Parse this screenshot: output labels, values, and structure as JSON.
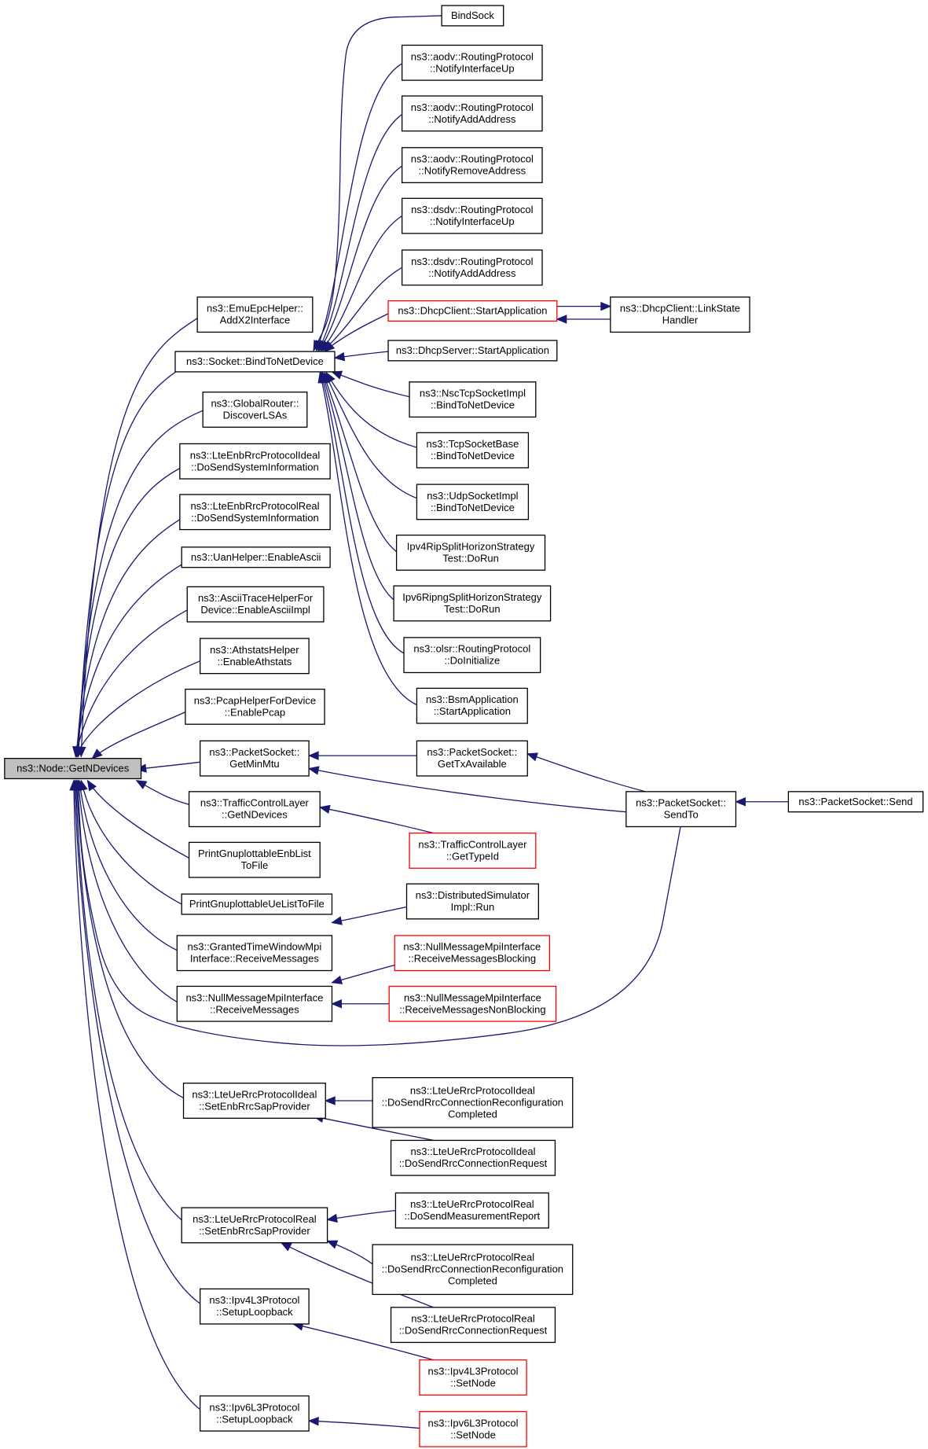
{
  "graph": {
    "root": "getndevices",
    "colors": {
      "edge": "#191970",
      "root_fill": "#bfbfbf",
      "red_border": "#ff0000",
      "border": "#000000"
    },
    "nodes": [
      {
        "id": "getndevices",
        "lines": [
          "ns3::Node::GetNDevices"
        ],
        "style": "root"
      },
      {
        "id": "emuepc",
        "lines": [
          "ns3::EmuEpcHelper::",
          "AddX2Interface"
        ]
      },
      {
        "id": "bindtonetdevice",
        "lines": [
          "ns3::Socket::BindToNetDevice"
        ]
      },
      {
        "id": "globalrouter",
        "lines": [
          "ns3::GlobalRouter::",
          "DiscoverLSAs"
        ]
      },
      {
        "id": "lteenbideal",
        "lines": [
          "ns3::LteEnbRrcProtocolIdeal",
          "::DoSendSystemInformation"
        ]
      },
      {
        "id": "lteenbreal",
        "lines": [
          "ns3::LteEnbRrcProtocolReal",
          "::DoSendSystemInformation"
        ]
      },
      {
        "id": "uanhelper",
        "lines": [
          "ns3::UanHelper::EnableAscii"
        ]
      },
      {
        "id": "asciitrace",
        "lines": [
          "ns3::AsciiTraceHelperFor",
          "Device::EnableAsciiImpl"
        ]
      },
      {
        "id": "athstats",
        "lines": [
          "ns3::AthstatsHelper",
          "::EnableAthstats"
        ]
      },
      {
        "id": "pcaphelper",
        "lines": [
          "ns3::PcapHelperForDevice",
          "::EnablePcap"
        ]
      },
      {
        "id": "getminmtu",
        "lines": [
          "ns3::PacketSocket::",
          "GetMinMtu"
        ]
      },
      {
        "id": "tclgetndevices",
        "lines": [
          "ns3::TrafficControlLayer",
          "::GetNDevices"
        ]
      },
      {
        "id": "printenb",
        "lines": [
          "PrintGnuplottableEnbList",
          "ToFile"
        ]
      },
      {
        "id": "printue",
        "lines": [
          "PrintGnuplottableUeListToFile"
        ]
      },
      {
        "id": "grantedtime",
        "lines": [
          "ns3::GrantedTimeWindowMpi",
          "Interface::ReceiveMessages"
        ]
      },
      {
        "id": "nullmsg",
        "lines": [
          "ns3::NullMessageMpiInterface",
          "::ReceiveMessages"
        ]
      },
      {
        "id": "lteueidealset",
        "lines": [
          "ns3::LteUeRrcProtocolIdeal",
          "::SetEnbRrcSapProvider"
        ]
      },
      {
        "id": "ltuerealset",
        "lines": [
          "ns3::LteUeRrcProtocolReal",
          "::SetEnbRrcSapProvider"
        ]
      },
      {
        "id": "ipv4loop",
        "lines": [
          "ns3::Ipv4L3Protocol",
          "::SetupLoopback"
        ]
      },
      {
        "id": "ipv6loop",
        "lines": [
          "ns3::Ipv6L3Protocol",
          "::SetupLoopback"
        ]
      },
      {
        "id": "bindsock",
        "lines": [
          "BindSock"
        ]
      },
      {
        "id": "aodvup",
        "lines": [
          "ns3::aodv::RoutingProtocol",
          "::NotifyInterfaceUp"
        ]
      },
      {
        "id": "aodvadd",
        "lines": [
          "ns3::aodv::RoutingProtocol",
          "::NotifyAddAddress"
        ]
      },
      {
        "id": "aodvrem",
        "lines": [
          "ns3::aodv::RoutingProtocol",
          "::NotifyRemoveAddress"
        ]
      },
      {
        "id": "dsdvup",
        "lines": [
          "ns3::dsdv::RoutingProtocol",
          "::NotifyInterfaceUp"
        ]
      },
      {
        "id": "dsdvadd",
        "lines": [
          "ns3::dsdv::RoutingProtocol",
          "::NotifyAddAddress"
        ]
      },
      {
        "id": "dhcpclient",
        "lines": [
          "ns3::DhcpClient::StartApplication"
        ],
        "style": "red"
      },
      {
        "id": "linkstate",
        "lines": [
          "ns3::DhcpClient::LinkState",
          "Handler"
        ]
      },
      {
        "id": "dhcpserver",
        "lines": [
          "ns3::DhcpServer::StartApplication"
        ]
      },
      {
        "id": "nsctcp",
        "lines": [
          "ns3::NscTcpSocketImpl",
          "::BindToNetDevice"
        ]
      },
      {
        "id": "tcpsocket",
        "lines": [
          "ns3::TcpSocketBase",
          "::BindToNetDevice"
        ]
      },
      {
        "id": "udpsocket",
        "lines": [
          "ns3::UdpSocketImpl",
          "::BindToNetDevice"
        ]
      },
      {
        "id": "ipv4rip",
        "lines": [
          "Ipv4RipSplitHorizonStrategy",
          "Test::DoRun"
        ]
      },
      {
        "id": "ipv6ripng",
        "lines": [
          "Ipv6RipngSplitHorizonStrategy",
          "Test::DoRun"
        ]
      },
      {
        "id": "olsr",
        "lines": [
          "ns3::olsr::RoutingProtocol",
          "::DoInitialize"
        ]
      },
      {
        "id": "bsm",
        "lines": [
          "ns3::BsmApplication",
          "::StartApplication"
        ]
      },
      {
        "id": "gettxavail",
        "lines": [
          "ns3::PacketSocket::",
          "GetTxAvailable"
        ]
      },
      {
        "id": "sendto",
        "lines": [
          "ns3::PacketSocket::",
          "SendTo"
        ]
      },
      {
        "id": "send",
        "lines": [
          "ns3::PacketSocket::Send"
        ]
      },
      {
        "id": "tclgettypeid",
        "lines": [
          "ns3::TrafficControlLayer",
          "::GetTypeId"
        ],
        "style": "red"
      },
      {
        "id": "distsim",
        "lines": [
          "ns3::DistributedSimulator",
          "Impl::Run"
        ]
      },
      {
        "id": "nullblocking",
        "lines": [
          "ns3::NullMessageMpiInterface",
          "::ReceiveMessagesBlocking"
        ],
        "style": "red"
      },
      {
        "id": "nullnonblocking",
        "lines": [
          "ns3::NullMessageMpiInterface",
          "::ReceiveMessagesNonBlocking"
        ],
        "style": "red"
      },
      {
        "id": "lteueidealreconf",
        "lines": [
          "ns3::LteUeRrcProtocolIdeal",
          "::DoSendRrcConnectionReconfiguration",
          "Completed"
        ]
      },
      {
        "id": "lteueidealreq",
        "lines": [
          "ns3::LteUeRrcProtocolIdeal",
          "::DoSendRrcConnectionRequest"
        ]
      },
      {
        "id": "ltuerealmeas",
        "lines": [
          "ns3::LteUeRrcProtocolReal",
          "::DoSendMeasurementReport"
        ]
      },
      {
        "id": "ltuerealreconf",
        "lines": [
          "ns3::LteUeRrcProtocolReal",
          "::DoSendRrcConnectionReconfiguration",
          "Completed"
        ]
      },
      {
        "id": "ltuerealreq",
        "lines": [
          "ns3::LteUeRrcProtocolReal",
          "::DoSendRrcConnectionRequest"
        ]
      },
      {
        "id": "ipv4setnode",
        "lines": [
          "ns3::Ipv4L3Protocol",
          "::SetNode"
        ],
        "style": "red"
      },
      {
        "id": "ipv6setnode",
        "lines": [
          "ns3::Ipv6L3Protocol",
          "::SetNode"
        ],
        "style": "red"
      }
    ],
    "edges": [
      {
        "from": "emuepc",
        "to": "getndevices"
      },
      {
        "from": "bindtonetdevice",
        "to": "getndevices"
      },
      {
        "from": "globalrouter",
        "to": "getndevices"
      },
      {
        "from": "lteenbideal",
        "to": "getndevices"
      },
      {
        "from": "lteenbreal",
        "to": "getndevices"
      },
      {
        "from": "uanhelper",
        "to": "getndevices"
      },
      {
        "from": "asciitrace",
        "to": "getndevices"
      },
      {
        "from": "athstats",
        "to": "getndevices"
      },
      {
        "from": "pcaphelper",
        "to": "getndevices"
      },
      {
        "from": "getminmtu",
        "to": "getndevices"
      },
      {
        "from": "tclgetndevices",
        "to": "getndevices"
      },
      {
        "from": "printenb",
        "to": "getndevices"
      },
      {
        "from": "printue",
        "to": "getndevices"
      },
      {
        "from": "grantedtime",
        "to": "getndevices"
      },
      {
        "from": "nullmsg",
        "to": "getndevices"
      },
      {
        "from": "sendto",
        "to": "getndevices"
      },
      {
        "from": "lteueidealset",
        "to": "getndevices"
      },
      {
        "from": "ltuerealset",
        "to": "getndevices"
      },
      {
        "from": "ipv4loop",
        "to": "getndevices"
      },
      {
        "from": "ipv6loop",
        "to": "getndevices"
      },
      {
        "from": "bindsock",
        "to": "bindtonetdevice"
      },
      {
        "from": "aodvup",
        "to": "bindtonetdevice"
      },
      {
        "from": "aodvadd",
        "to": "bindtonetdevice"
      },
      {
        "from": "aodvrem",
        "to": "bindtonetdevice"
      },
      {
        "from": "dsdvup",
        "to": "bindtonetdevice"
      },
      {
        "from": "dsdvadd",
        "to": "bindtonetdevice"
      },
      {
        "from": "dhcpclient",
        "to": "bindtonetdevice"
      },
      {
        "from": "dhcpserver",
        "to": "bindtonetdevice"
      },
      {
        "from": "nsctcp",
        "to": "bindtonetdevice"
      },
      {
        "from": "tcpsocket",
        "to": "bindtonetdevice"
      },
      {
        "from": "udpsocket",
        "to": "bindtonetdevice"
      },
      {
        "from": "ipv4rip",
        "to": "bindtonetdevice"
      },
      {
        "from": "ipv6ripng",
        "to": "bindtonetdevice"
      },
      {
        "from": "olsr",
        "to": "bindtonetdevice"
      },
      {
        "from": "bsm",
        "to": "bindtonetdevice"
      },
      {
        "from": "linkstate",
        "to": "dhcpclient"
      },
      {
        "from": "dhcpclient",
        "to": "linkstate"
      },
      {
        "from": "gettxavail",
        "to": "getminmtu"
      },
      {
        "from": "sendto",
        "to": "getminmtu"
      },
      {
        "from": "sendto",
        "to": "gettxavail"
      },
      {
        "from": "send",
        "to": "sendto"
      },
      {
        "from": "tclgettypeid",
        "to": "tclgetndevices"
      },
      {
        "from": "distsim",
        "to": "grantedtime"
      },
      {
        "from": "nullblocking",
        "to": "nullmsg"
      },
      {
        "from": "nullnonblocking",
        "to": "nullmsg"
      },
      {
        "from": "lteueidealreconf",
        "to": "lteueidealset"
      },
      {
        "from": "lteueidealreq",
        "to": "lteueidealset"
      },
      {
        "from": "ltuerealmeas",
        "to": "ltuerealset"
      },
      {
        "from": "ltuerealreconf",
        "to": "ltuerealset"
      },
      {
        "from": "ltuerealreq",
        "to": "ltuerealset"
      },
      {
        "from": "ipv4setnode",
        "to": "ipv4loop"
      },
      {
        "from": "ipv6setnode",
        "to": "ipv6loop"
      }
    ]
  }
}
